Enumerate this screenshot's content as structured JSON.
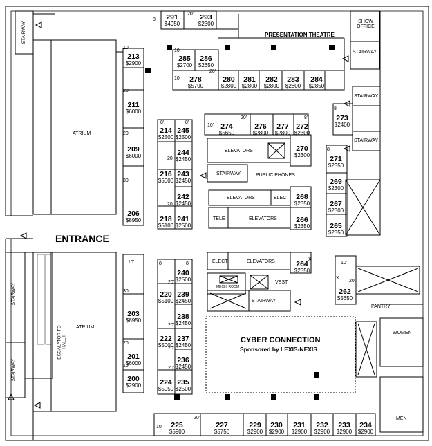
{
  "labels": {
    "stairway": "STAIRWAY",
    "atrium": "ATRIUM",
    "entrance": "ENTRANCE",
    "escalator": "ESCALATOR TO HALL I",
    "presentation_theatre": "PRESENTATION THEATRE",
    "show_office": "SHOW OFFICE",
    "elevators": "ELEVATORS",
    "public_phones": "PUBLIC PHONES",
    "elect": "ELECT",
    "tele": "TELE",
    "mech_room": "MECH. ROOM",
    "vest": "VEST",
    "pantry": "PANTRY",
    "women": "WOMEN",
    "men": "MEN",
    "cyber_title": "CYBER CONNECTION",
    "cyber_sponsor": "Sponsored by LEXIS-NEXIS",
    "x_mark": "X"
  },
  "booths": [
    {
      "id": "b291",
      "number": "291",
      "price": "$4950"
    },
    {
      "id": "b293",
      "number": "293",
      "price": "$2300"
    },
    {
      "id": "b213",
      "number": "213",
      "price": "$2900"
    },
    {
      "id": "b285",
      "number": "285",
      "price": "$2700"
    },
    {
      "id": "b286",
      "number": "286",
      "price": "$2650"
    },
    {
      "id": "b278",
      "number": "278",
      "price": "$5700"
    },
    {
      "id": "b280",
      "number": "280",
      "price": "$2800"
    },
    {
      "id": "b281",
      "number": "281",
      "price": "$2800"
    },
    {
      "id": "b282",
      "number": "282",
      "price": "$2800"
    },
    {
      "id": "b283",
      "number": "283",
      "price": "$2800"
    },
    {
      "id": "b284",
      "number": "284",
      "price": "$2850"
    },
    {
      "id": "b211",
      "number": "211",
      "price": "$6000"
    },
    {
      "id": "b273",
      "number": "273",
      "price": "$2400"
    },
    {
      "id": "b214",
      "number": "214",
      "price": "$2500"
    },
    {
      "id": "b245",
      "number": "245",
      "price": "$2500"
    },
    {
      "id": "b274",
      "number": "274",
      "price": "$5650"
    },
    {
      "id": "b276",
      "number": "276",
      "price": "$2800"
    },
    {
      "id": "b277",
      "number": "277",
      "price": "$2800"
    },
    {
      "id": "b272",
      "number": "272",
      "price": "$2300"
    },
    {
      "id": "b209",
      "number": "209",
      "price": "$6000"
    },
    {
      "id": "b244",
      "number": "244",
      "price": "$2450"
    },
    {
      "id": "b270",
      "number": "270",
      "price": "$2300"
    },
    {
      "id": "b271",
      "number": "271",
      "price": "$2350"
    },
    {
      "id": "b216",
      "number": "216",
      "price": "$5000"
    },
    {
      "id": "b243",
      "number": "243",
      "price": "$2450"
    },
    {
      "id": "b269",
      "number": "269",
      "price": "$2300"
    },
    {
      "id": "b242",
      "number": "242",
      "price": "$2450"
    },
    {
      "id": "b268",
      "number": "268",
      "price": "$2350"
    },
    {
      "id": "b267",
      "number": "267",
      "price": "$2300"
    },
    {
      "id": "b206",
      "number": "206",
      "price": "$8950"
    },
    {
      "id": "b218",
      "number": "218",
      "price": "$5100"
    },
    {
      "id": "b241",
      "number": "241",
      "price": "$2500"
    },
    {
      "id": "b266",
      "number": "266",
      "price": "$2350"
    },
    {
      "id": "b265",
      "number": "265",
      "price": "$2350"
    },
    {
      "id": "b264",
      "number": "264",
      "price": "$2350"
    },
    {
      "id": "b240",
      "number": "240",
      "price": "$2500"
    },
    {
      "id": "b220",
      "number": "220",
      "price": "$5100"
    },
    {
      "id": "b239",
      "number": "239",
      "price": "$2450"
    },
    {
      "id": "b262",
      "number": "262",
      "price": "$5650"
    },
    {
      "id": "b203",
      "number": "203",
      "price": "$8950"
    },
    {
      "id": "b238",
      "number": "238",
      "price": "$2450"
    },
    {
      "id": "b222",
      "number": "222",
      "price": "$5000"
    },
    {
      "id": "b237",
      "number": "237",
      "price": "$2450"
    },
    {
      "id": "b201",
      "number": "201",
      "price": "$6000"
    },
    {
      "id": "b236",
      "number": "236",
      "price": "$2450"
    },
    {
      "id": "b200",
      "number": "200",
      "price": "$2900"
    },
    {
      "id": "b224",
      "number": "224",
      "price": "$5050"
    },
    {
      "id": "b235",
      "number": "235",
      "price": "$2500"
    },
    {
      "id": "b225",
      "number": "225",
      "price": "$5900"
    },
    {
      "id": "b227",
      "number": "227",
      "price": "$5750"
    },
    {
      "id": "b229",
      "number": "229",
      "price": "$2900"
    },
    {
      "id": "b230",
      "number": "230",
      "price": "$2900"
    },
    {
      "id": "b231",
      "number": "231",
      "price": "$2900"
    },
    {
      "id": "b232",
      "number": "232",
      "price": "$2900"
    },
    {
      "id": "b233",
      "number": "233",
      "price": "$2900"
    },
    {
      "id": "b234",
      "number": "234",
      "price": "$2900"
    }
  ],
  "dimensions": {
    "d8": "8'",
    "d10": "10'",
    "d20": "20'",
    "d30": "30'"
  }
}
